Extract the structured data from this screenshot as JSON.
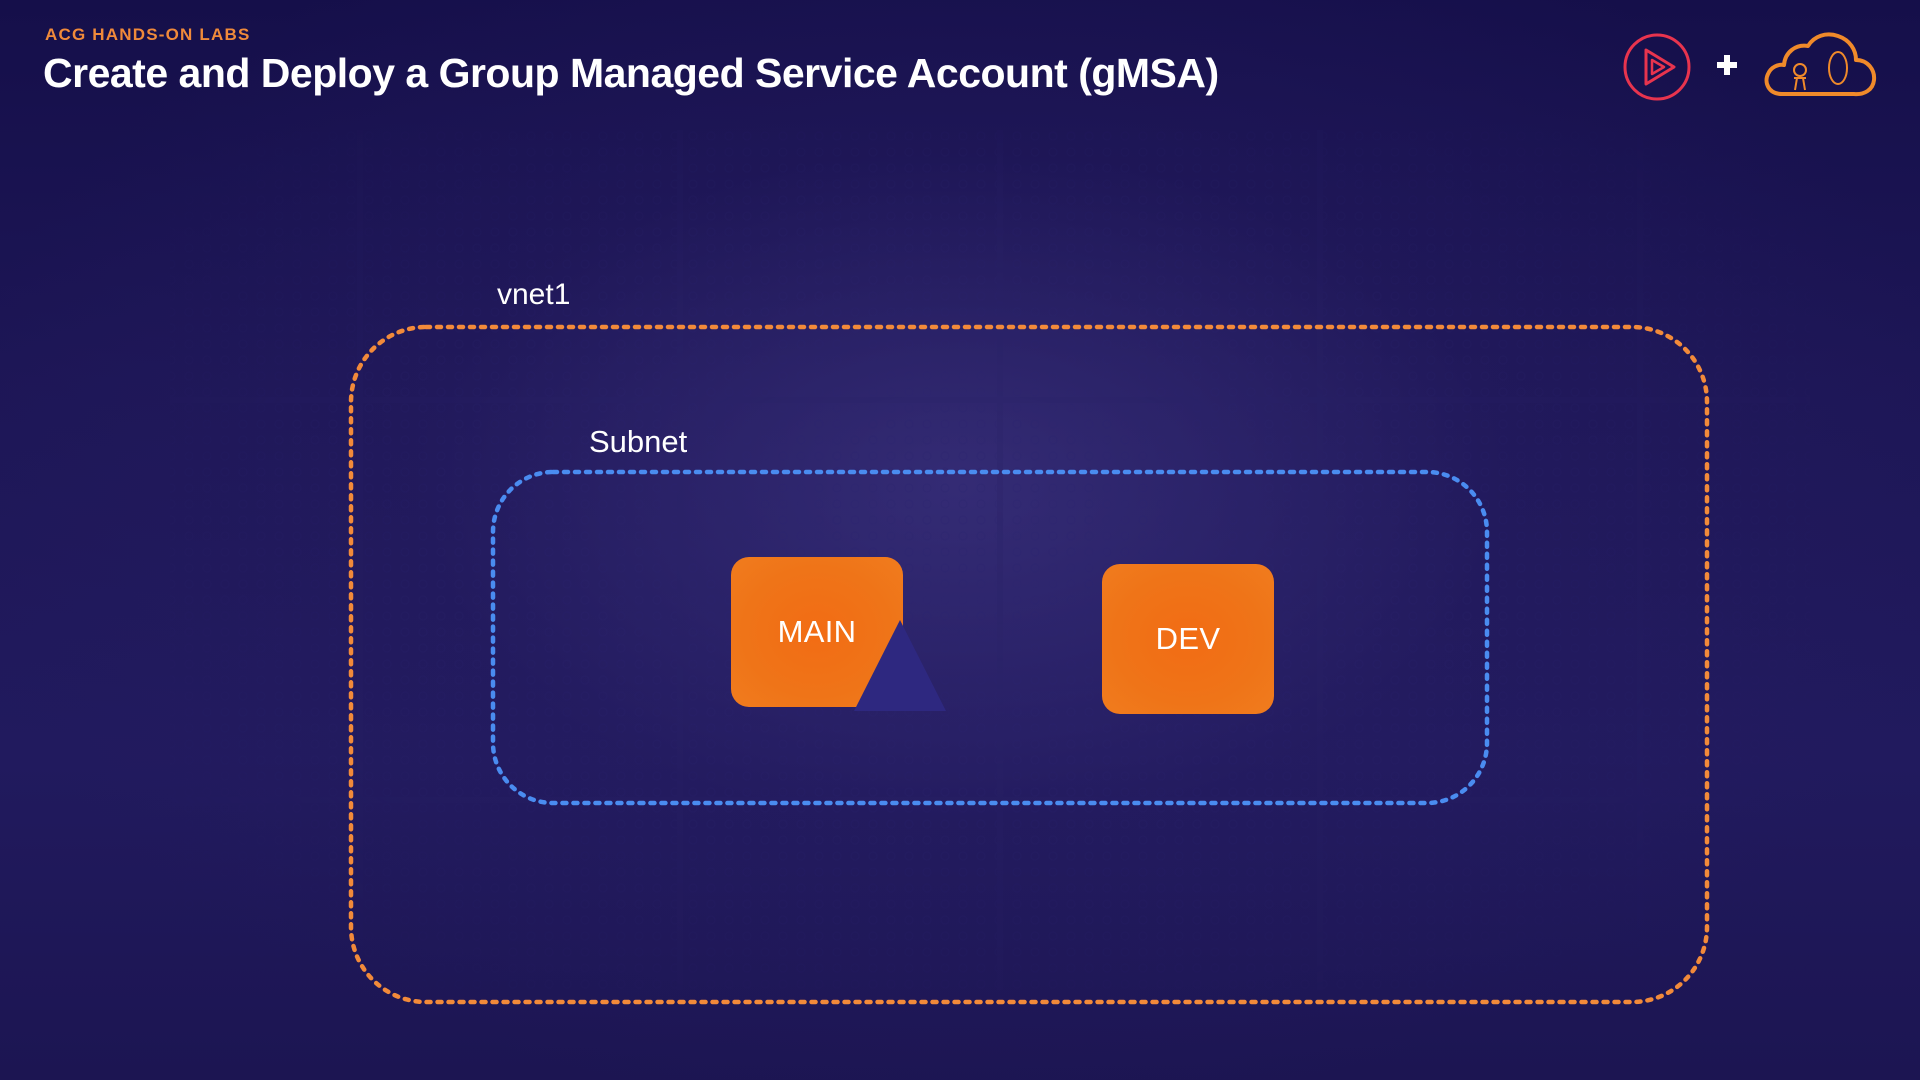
{
  "header": {
    "eyebrow": "ACG HANDS-ON LABS",
    "title": "Create and Deploy a Group Managed Service Account (gMSA)"
  },
  "logos": {
    "play_logo": "play-triangle-circle-logo",
    "plus": "plus-icon",
    "cloud_logo": "cloud-guru-logo"
  },
  "diagram": {
    "vnet": {
      "label": "vnet1",
      "border_color": "#f28a3a"
    },
    "subnet": {
      "label": "Subnet",
      "border_color": "#4a8cf0"
    },
    "nodes": [
      {
        "label": "MAIN",
        "color": "#f26c14"
      },
      {
        "label": "DEV",
        "color": "#f26c14"
      }
    ]
  },
  "colors": {
    "background": "#1d1656",
    "accent_orange": "#f08a3a",
    "text": "#ffffff"
  }
}
